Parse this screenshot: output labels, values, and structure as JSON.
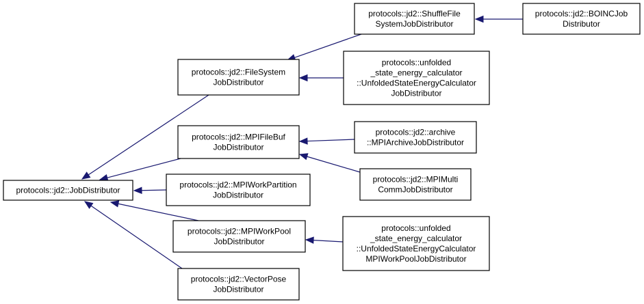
{
  "diagram": {
    "edge_color": "#191970",
    "nodes": [
      {
        "id": "jobdistributor",
        "lines": [
          "protocols::jd2::JobDistributor"
        ]
      },
      {
        "id": "filesystem",
        "lines": [
          "protocols::jd2::FileSystem",
          "JobDistributor"
        ]
      },
      {
        "id": "shufflefile",
        "lines": [
          "protocols::jd2::ShuffleFile",
          "SystemJobDistributor"
        ]
      },
      {
        "id": "boinc",
        "lines": [
          "protocols::jd2::BOINCJob",
          "Distributor"
        ]
      },
      {
        "id": "unfolded_fs",
        "lines": [
          "protocols::unfolded",
          "_state_energy_calculator",
          "::UnfoldedStateEnergyCalculator",
          "JobDistributor"
        ]
      },
      {
        "id": "mpifilebuf",
        "lines": [
          "protocols::jd2::MPIFileBuf",
          "JobDistributor"
        ]
      },
      {
        "id": "archive",
        "lines": [
          "protocols::jd2::archive",
          "::MPIArchiveJobDistributor"
        ]
      },
      {
        "id": "mpimulti",
        "lines": [
          "protocols::jd2::MPIMulti",
          "CommJobDistributor"
        ]
      },
      {
        "id": "mpiworkpartition",
        "lines": [
          "protocols::jd2::MPIWorkPartition",
          "JobDistributor"
        ]
      },
      {
        "id": "mpiworkpool",
        "lines": [
          "protocols::jd2::MPIWorkPool",
          "JobDistributor"
        ]
      },
      {
        "id": "unfolded_pool",
        "lines": [
          "protocols::unfolded",
          "_state_energy_calculator",
          "::UnfoldedStateEnergyCalculator",
          "MPIWorkPoolJobDistributor"
        ]
      },
      {
        "id": "vectorpose",
        "lines": [
          "protocols::jd2::VectorPose",
          "JobDistributor"
        ]
      }
    ],
    "edges": [
      {
        "from": "filesystem",
        "to": "jobdistributor"
      },
      {
        "from": "mpifilebuf",
        "to": "jobdistributor"
      },
      {
        "from": "mpiworkpartition",
        "to": "jobdistributor"
      },
      {
        "from": "mpiworkpool",
        "to": "jobdistributor"
      },
      {
        "from": "vectorpose",
        "to": "jobdistributor"
      },
      {
        "from": "shufflefile",
        "to": "filesystem"
      },
      {
        "from": "unfolded_fs",
        "to": "filesystem"
      },
      {
        "from": "boinc",
        "to": "shufflefile"
      },
      {
        "from": "archive",
        "to": "mpifilebuf"
      },
      {
        "from": "mpimulti",
        "to": "mpifilebuf"
      },
      {
        "from": "unfolded_pool",
        "to": "mpiworkpool"
      }
    ]
  }
}
